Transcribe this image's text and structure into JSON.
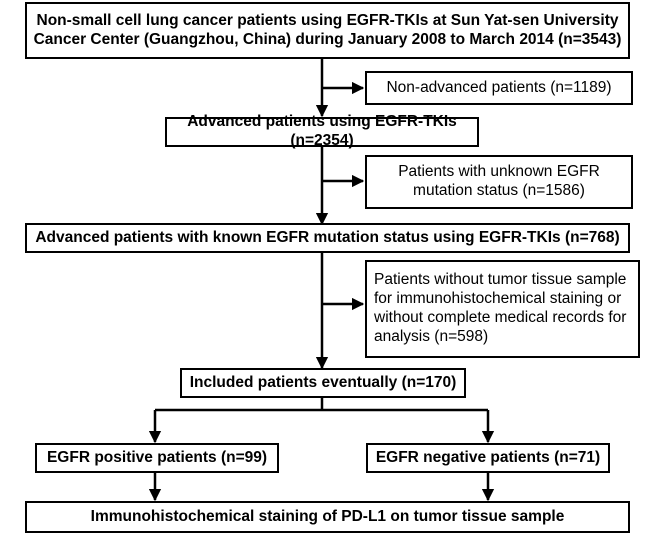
{
  "boxes": {
    "start": "Non-small cell lung cancer patients using EGFR-TKIs at Sun Yat-sen University Cancer Center (Guangzhou, China) during January 2008 to March 2014 (n=3543)",
    "excluded_non_advanced": "Non-advanced patients (n=1189)",
    "advanced": "Advanced patients using EGFR-TKIs (n=2354)",
    "excluded_unknown_mutation": "Patients with unknown EGFR mutation status (n=1586)",
    "advanced_known_mutation": "Advanced patients with known EGFR mutation status using EGFR-TKIs (n=768)",
    "excluded_no_tissue": "Patients without tumor tissue sample for immunohistochemical staining or without complete medical records for analysis (n=598)",
    "included": "Included patients eventually (n=170)",
    "egfr_positive": "EGFR positive patients (n=99)",
    "egfr_negative": "EGFR negative patients (n=71)",
    "staining": "Immunohistochemical staining of PD-L1 on tumor tissue sample"
  }
}
